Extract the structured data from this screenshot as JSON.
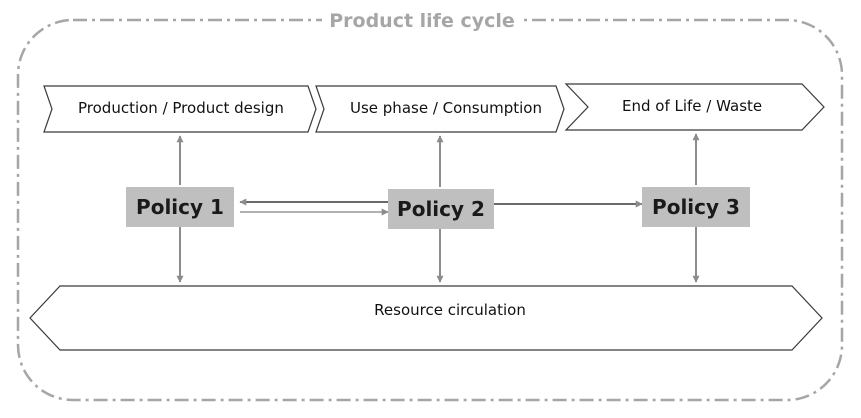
{
  "title": "Product life cycle",
  "stages": [
    {
      "label": "Production / Product design"
    },
    {
      "label": "Use phase / Consumption"
    },
    {
      "label": "End of Life / Waste"
    }
  ],
  "policies": [
    {
      "label": "Policy 1"
    },
    {
      "label": "Policy 2"
    },
    {
      "label": "Policy 3"
    }
  ],
  "resource": {
    "label": "Resource circulation"
  },
  "colors": {
    "frame": "#a6a6a6",
    "title": "#a6a6a6",
    "policy_box": "#bfbfbf",
    "arrow": "#8c8c8c",
    "shape_stroke": "#3a3a3a"
  }
}
